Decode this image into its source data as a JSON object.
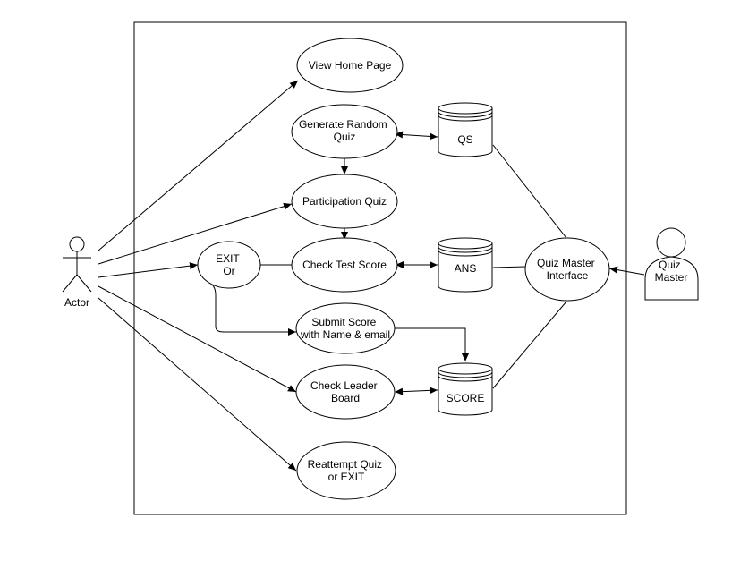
{
  "diagram": {
    "actors": [
      {
        "id": "actor",
        "label": "Actor"
      },
      {
        "id": "quiz-master",
        "label_lines": [
          "Quiz",
          "Master"
        ]
      }
    ],
    "use_cases": [
      {
        "id": "view-home-page",
        "lines": [
          "View Home Page"
        ]
      },
      {
        "id": "generate-random-quiz",
        "lines": [
          "Generate Random",
          "Quiz"
        ]
      },
      {
        "id": "participation-quiz",
        "lines": [
          "Participation Quiz"
        ]
      },
      {
        "id": "exit-or",
        "lines": [
          "EXIT",
          "Or"
        ]
      },
      {
        "id": "check-test-score",
        "lines": [
          "Check Test Score"
        ]
      },
      {
        "id": "submit-score",
        "lines": [
          "Submit Score",
          "with Name & email"
        ]
      },
      {
        "id": "check-leader-board",
        "lines": [
          "Check Leader",
          "Board"
        ]
      },
      {
        "id": "reattempt-quiz",
        "lines": [
          "Reattempt Quiz",
          "or EXIT"
        ]
      },
      {
        "id": "quiz-master-interface",
        "lines": [
          "Quiz Master",
          "Interface"
        ]
      }
    ],
    "databases": [
      {
        "id": "qs",
        "label": "QS"
      },
      {
        "id": "ans",
        "label": "ANS"
      },
      {
        "id": "score",
        "label": "SCORE"
      }
    ]
  }
}
